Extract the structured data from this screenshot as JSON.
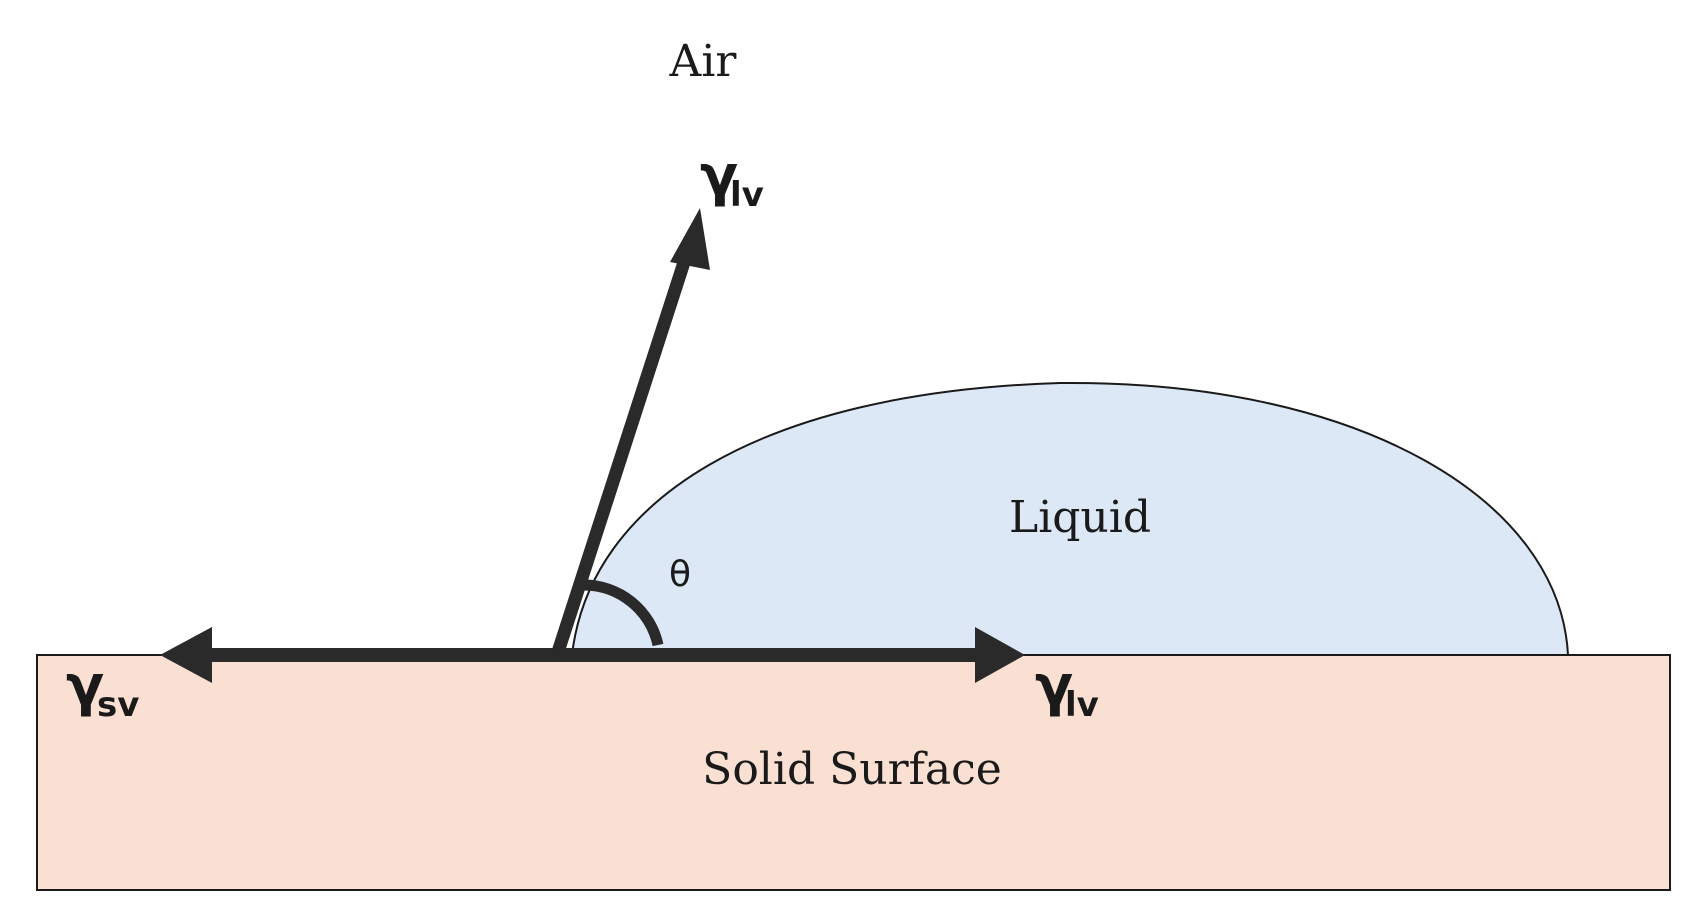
{
  "labels": {
    "air": "Air",
    "liquid": "Liquid",
    "solid": "Solid Surface",
    "theta": "θ"
  },
  "vectors": {
    "up": {
      "symbol": "γ",
      "sub": "lv"
    },
    "right": {
      "symbol": "γ",
      "sub": "lv"
    },
    "left": {
      "symbol": "γ",
      "sub": "sv"
    }
  },
  "colors": {
    "liquid": "#dce8f6",
    "solid": "#f9e0d2",
    "arrow": "#2a2a2a",
    "outline": "#1a1a1a"
  }
}
